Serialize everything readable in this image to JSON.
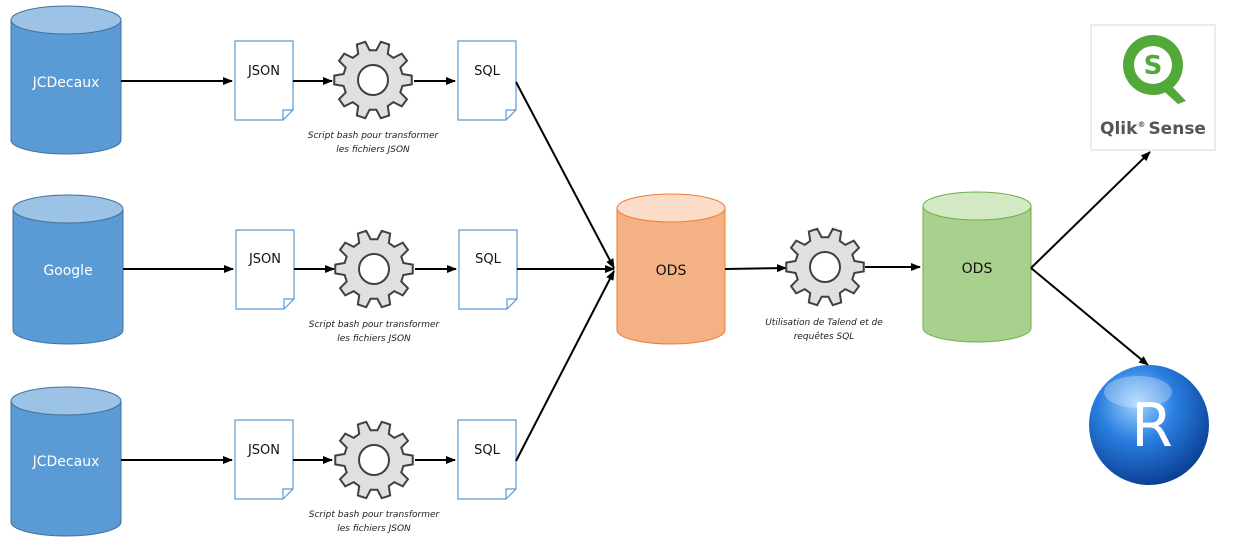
{
  "sources": [
    {
      "label": "JCDecaux"
    },
    {
      "label": "Google"
    },
    {
      "label": "JCDecaux"
    }
  ],
  "pipelines": [
    {
      "input_doc": "JSON",
      "output_doc": "SQL",
      "caption_line1": "Script bash pour transformer",
      "caption_line2": "les fichiers JSON"
    },
    {
      "input_doc": "JSON",
      "output_doc": "SQL",
      "caption_line1": "Script bash pour transformer",
      "caption_line2": "les fichiers JSON"
    },
    {
      "input_doc": "JSON",
      "output_doc": "SQL",
      "caption_line1": "Script bash pour transformer",
      "caption_line2": "les fichiers JSON"
    }
  ],
  "ods_staging": {
    "label": "ODS"
  },
  "transform": {
    "caption_line1": "Utilisation de Talend et de",
    "caption_line2": "requêtes SQL"
  },
  "ods_final": {
    "label": "ODS"
  },
  "outputs": {
    "qlik": {
      "brand": "Qlik",
      "reg": "®",
      "product": "Sense"
    },
    "r": {
      "letter": "R"
    }
  },
  "colors": {
    "source_fill": "#5b9bd5",
    "source_top": "#9cc3e6",
    "source_stroke": "#41719c",
    "ods_staging_fill": "#f4b183",
    "ods_staging_top": "#fbdcc8",
    "ods_staging_stroke": "#ed7d31",
    "ods_final_fill": "#a9d18e",
    "ods_final_top": "#d2e9c4",
    "ods_final_stroke": "#70ad47",
    "doc_stroke": "#5b9bd5",
    "gear_fill": "#e0e0e0",
    "gear_stroke": "#404040",
    "qlik_green": "#52a839",
    "r_blue": "#1a66c9"
  },
  "icons": [
    "database-icon",
    "document-icon",
    "gear-icon",
    "qlik-sense-logo",
    "r-logo"
  ]
}
